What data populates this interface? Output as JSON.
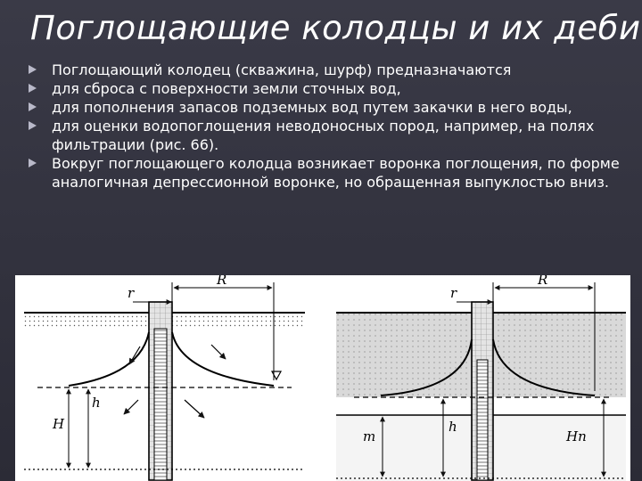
{
  "slide": {
    "title": "Поглощающие колодцы и их дебит",
    "bullets": [
      "Поглощающий колодец (скважина, шурф) предназначаются",
      "для сброса с поверхности земли сточных вод,",
      " для пополнения запасов подземных вод путем закачки в него воды,",
      " для оценки водопоглощения неводоносных пород, например, на полях фильтрации (рис. 66).",
      "Вокруг поглощающего колодца возникает воронка поглощения, по форме аналогичная депрессионной воронке, но обращенная выпуклостью вниз."
    ]
  },
  "figure": {
    "left": {
      "labels": {
        "r": "r",
        "R": "R",
        "h": "h",
        "H": "H"
      }
    },
    "right": {
      "labels": {
        "r": "r",
        "R": "R",
        "h": "h",
        "m": "m",
        "Hn": "Hп"
      }
    }
  },
  "colors": {
    "background": "#33333f",
    "text": "#ffffff",
    "bullet": "#b9b9c9"
  }
}
